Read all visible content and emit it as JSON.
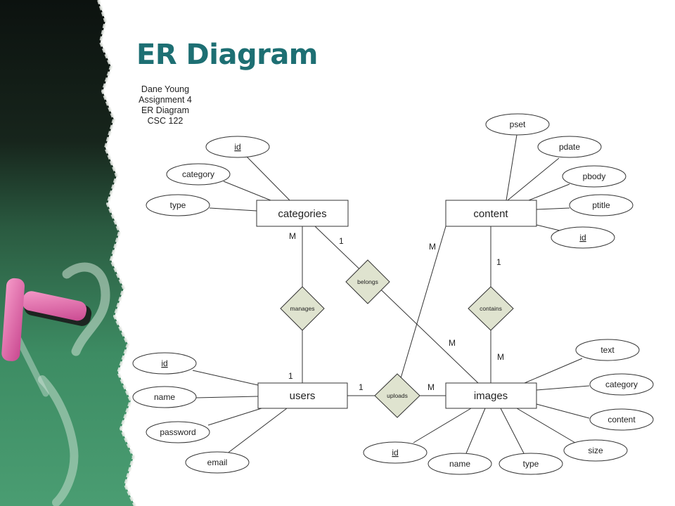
{
  "slide": {
    "title": "ER Diagram",
    "author_lines": [
      "Dane Young",
      "Assignment 4",
      "ER Diagram",
      "CSC 122"
    ]
  },
  "diagram": {
    "entities": [
      {
        "id": "categories",
        "label": "categories"
      },
      {
        "id": "content",
        "label": "content"
      },
      {
        "id": "users",
        "label": "users"
      },
      {
        "id": "images",
        "label": "images"
      }
    ],
    "relationships": [
      {
        "id": "manages",
        "label": "manages"
      },
      {
        "id": "belongs",
        "label": "belongs"
      },
      {
        "id": "contains",
        "label": "contains"
      },
      {
        "id": "uploads",
        "label": "uploads"
      }
    ],
    "attributes": [
      {
        "id": "cat-id",
        "label": "id",
        "key": true,
        "entity": "categories"
      },
      {
        "id": "cat-category",
        "label": "category",
        "key": false,
        "entity": "categories"
      },
      {
        "id": "cat-type",
        "label": "type",
        "key": false,
        "entity": "categories"
      },
      {
        "id": "con-pset",
        "label": "pset",
        "key": false,
        "entity": "content"
      },
      {
        "id": "con-pdate",
        "label": "pdate",
        "key": false,
        "entity": "content"
      },
      {
        "id": "con-pbody",
        "label": "pbody",
        "key": false,
        "entity": "content"
      },
      {
        "id": "con-ptitle",
        "label": "ptitle",
        "key": false,
        "entity": "content"
      },
      {
        "id": "con-id",
        "label": "id",
        "key": true,
        "entity": "content"
      },
      {
        "id": "usr-id",
        "label": "id",
        "key": true,
        "entity": "users"
      },
      {
        "id": "usr-name",
        "label": "name",
        "key": false,
        "entity": "users"
      },
      {
        "id": "usr-password",
        "label": "password",
        "key": false,
        "entity": "users"
      },
      {
        "id": "usr-email",
        "label": "email",
        "key": false,
        "entity": "users"
      },
      {
        "id": "img-text",
        "label": "text",
        "key": false,
        "entity": "images"
      },
      {
        "id": "img-category",
        "label": "category",
        "key": false,
        "entity": "images"
      },
      {
        "id": "img-content",
        "label": "content",
        "key": false,
        "entity": "images"
      },
      {
        "id": "img-size",
        "label": "size",
        "key": false,
        "entity": "images"
      },
      {
        "id": "img-type",
        "label": "type",
        "key": false,
        "entity": "images"
      },
      {
        "id": "img-name",
        "label": "name",
        "key": false,
        "entity": "images"
      },
      {
        "id": "img-id",
        "label": "id",
        "key": true,
        "entity": "images"
      }
    ],
    "cardinalities": [
      {
        "id": "card-categories-manages",
        "label": "M"
      },
      {
        "id": "card-categories-belongs",
        "label": "1"
      },
      {
        "id": "card-content-uploads",
        "label": "M"
      },
      {
        "id": "card-content-contains",
        "label": "1"
      },
      {
        "id": "card-images-belongs",
        "label": "M"
      },
      {
        "id": "card-images-contains",
        "label": "M"
      },
      {
        "id": "card-users-manages",
        "label": "1"
      },
      {
        "id": "card-users-uploads",
        "label": "1"
      },
      {
        "id": "card-images-uploads",
        "label": "M"
      }
    ],
    "colors": {
      "entity_fill": "#ffffff",
      "relationship_fill": "#dfe3cf",
      "attribute_fill": "#ffffff",
      "stroke": "#333333",
      "title": "#1d6f73"
    }
  }
}
